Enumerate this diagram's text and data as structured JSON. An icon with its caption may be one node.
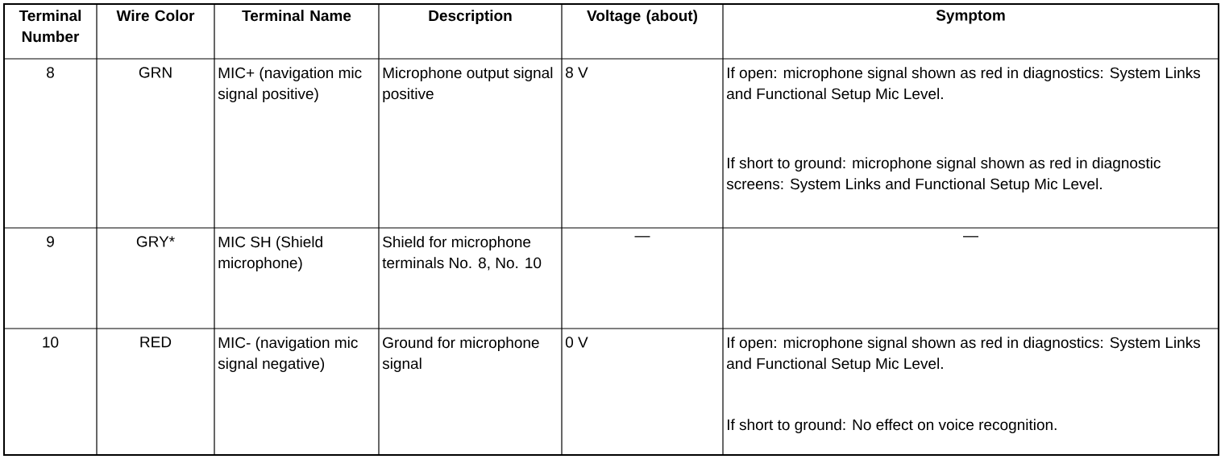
{
  "diagram": {
    "labels": [
      "Terminal Number",
      "Wire Color",
      "Terminal Name",
      "Description",
      "Voltage (about)",
      "Symptom",
      "8",
      "GRN",
      "MIC+ (navigation mic signal positive)",
      "Microphone output signal positive",
      "8 V",
      "If open: microphone signal shown as red in diagnostics: System Links and Functional Setup Mic Level.",
      "If short to ground: microphone signal shown as red in diagnostic screens: System Links and Functional Setup Mic Level.",
      "9",
      "GRY*",
      "MIC SH (Shield microphone)",
      "Shield for microphone terminals No. 8, No. 10",
      "—",
      "—",
      "10",
      "RED",
      "MIC- (navigation mic signal negative)",
      "Ground for microphone signal",
      "0 V",
      "If open: microphone signal shown as red in diagnostics: System Links and Functional Setup Mic Level.",
      "If short to ground: No effect on voice recognition."
    ]
  }
}
